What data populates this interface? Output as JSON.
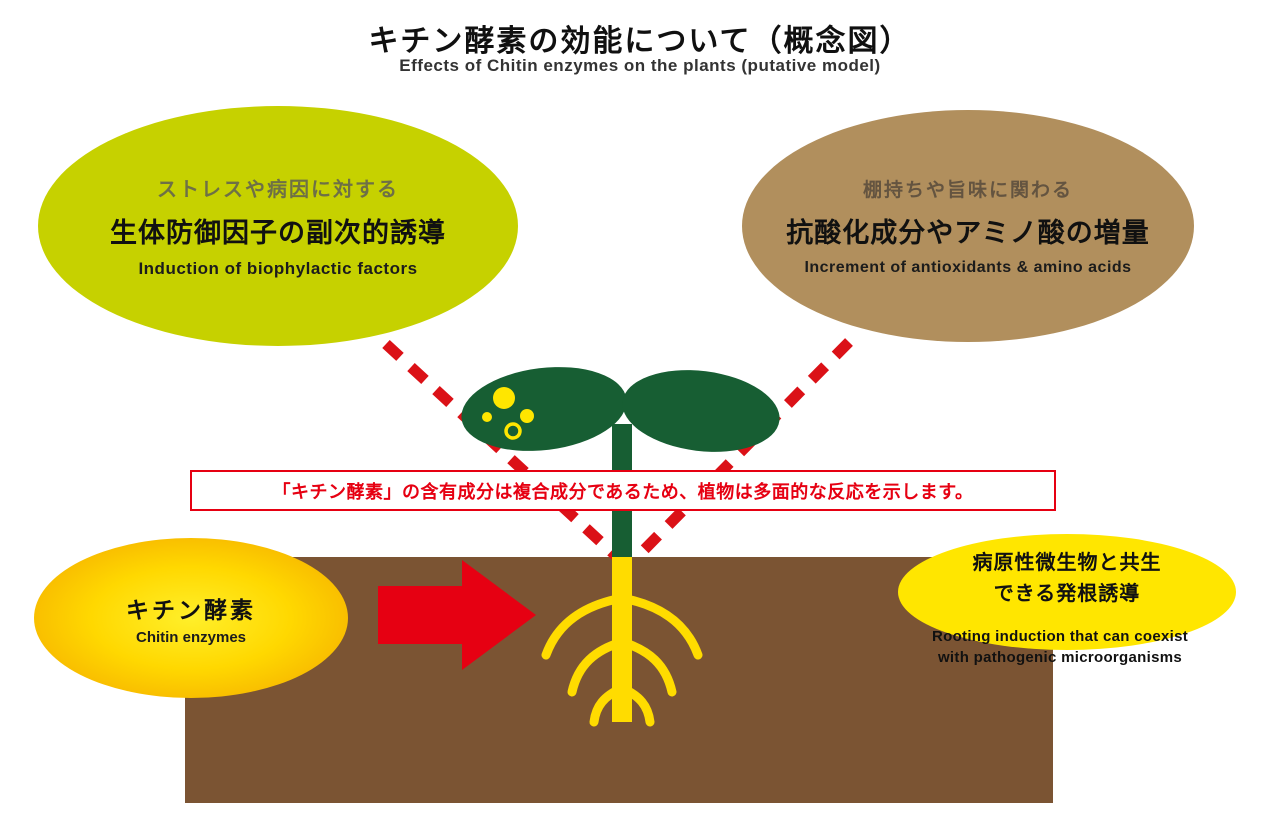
{
  "title": {
    "ja": "キチン酵素の効能について（概念図）",
    "en": "Effects of Chitin enzymes on the plants (putative model)"
  },
  "bubble_top_left": {
    "tagline": "ストレスや病因に対する",
    "heading": "生体防御因子の副次的誘導",
    "caption": "Induction of biophylactic factors",
    "color": "#c6d100"
  },
  "bubble_top_right": {
    "tagline": "棚持ちや旨味に関わる",
    "heading": "抗酸化成分やアミノ酸の増量",
    "caption": "Increment of antioxidants & amino acids",
    "color": "#b18f5d"
  },
  "note": {
    "text": "「キチン酵素」の含有成分は複合成分であるため、植物は多面的な反応を示します。",
    "color": "#e60012"
  },
  "bubble_bottom_left": {
    "heading": "キチン酵素",
    "caption": "Chitin enzymes",
    "color_center": "#ffec00",
    "color_edge": "#f2a300"
  },
  "bubble_bottom_right": {
    "heading_line1": "病原性微生物と共生",
    "heading_line2": "できる発根誘導",
    "caption_line1": "Rooting induction that can coexist",
    "caption_line2": "with pathogenic microorganisms",
    "color": "#ffe600"
  },
  "plant": {
    "leaf_color": "#175e33",
    "stem_color": "#ffdc00",
    "spot_color": "#ffe600",
    "soil_color": "#7b5433",
    "dash_color": "#db1117",
    "arrow_color": "#e60012"
  }
}
